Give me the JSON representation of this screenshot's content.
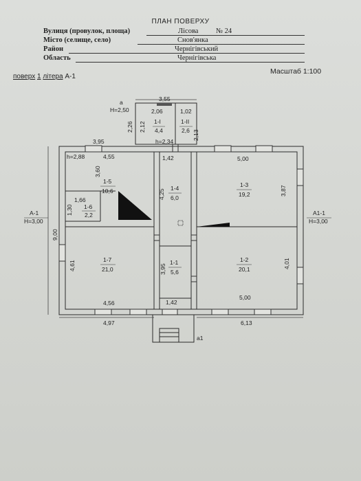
{
  "title": "ПЛАН ПОВЕРХУ",
  "header": {
    "street_label": "Вулиця (провулок, площа)",
    "street_value": "Лісова",
    "number_value": "№ 24",
    "city_label": "Місто (селище, село)",
    "city_value": "Снов'янка",
    "district_label": "Район",
    "district_value": "Чернігівський",
    "region_label": "Область",
    "region_value": "Чернігівська"
  },
  "plan_ref": {
    "floor_word": "поверх",
    "floor_num": "1",
    "letter_word": "літера",
    "letter_code": "А-1"
  },
  "scale": "Масштаб 1:100",
  "annotations": {
    "a_label": "а",
    "a_height": "Н=2,50",
    "a_width": "3,55",
    "vest1_width": "2,06",
    "vest2_width": "1,02",
    "vest1_id": "1-I",
    "vest1_area": "4,4",
    "vest2_id": "1-II",
    "vest2_area": "2,6",
    "a_side1": "2,26",
    "a_side2": "2,12",
    "a_side3": "2,13",
    "h_corridor": "h=2,34",
    "top_left_width": "3,95",
    "room15_h": "h=2,88",
    "room15_w": "4,55",
    "room15_side": "3,60",
    "room15_id": "1-5",
    "room15_area": "10,6",
    "room16_w": "1,66",
    "room16_h": "1,30",
    "room16_id": "1-6",
    "room16_area": "2,2",
    "room14_w": "1,42",
    "room14_side": "4,25",
    "room14_id": "1-4",
    "room14_area": "6,0",
    "room13_w": "5,00",
    "room13_side": "3,87",
    "room13_id": "1-3",
    "room13_area": "19,2",
    "room17_side": "4,61",
    "room17_id": "1-7",
    "room17_area": "21,0",
    "room17_w": "4,56",
    "room11_side": "3,95",
    "room11_id": "1-1",
    "room11_area": "5,6",
    "room11_w": "1,42",
    "room12_id": "1-2",
    "room12_area": "20,1",
    "room12_side": "4,01",
    "room12_w": "5,00",
    "left_label": "А-1",
    "left_height": "Н=3,00",
    "left_total": "9,00",
    "right_label": "А1-1",
    "right_height": "Н=3,00",
    "bottom_left_total": "4,97",
    "bottom_right_total": "6,13",
    "porch_label": "а1"
  }
}
